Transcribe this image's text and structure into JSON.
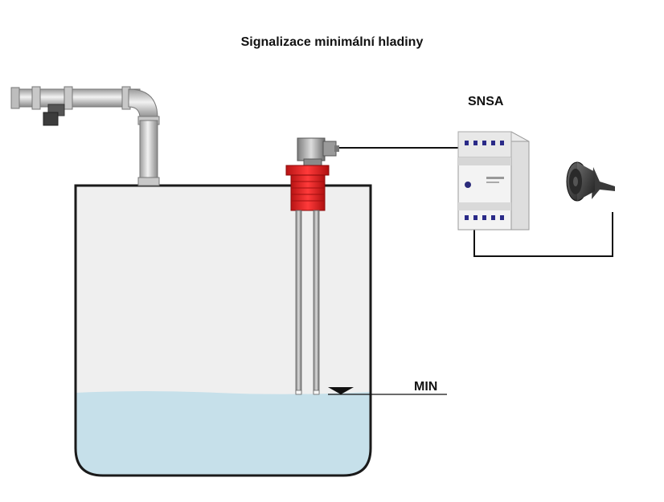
{
  "title": "Signalizace minimální hladiny",
  "labels": {
    "controller": "SNSA",
    "min_level": "MIN"
  },
  "colors": {
    "tank_fill": "#efefef",
    "tank_outline": "#1a1a1a",
    "liquid": "#c6e0ea",
    "sensor_head": "#e02020",
    "pipe": "#d6d6d6",
    "wire": "#111111"
  },
  "icons": {
    "horn": "horn-speaker-icon",
    "level_marker": "triangle-down-icon"
  }
}
